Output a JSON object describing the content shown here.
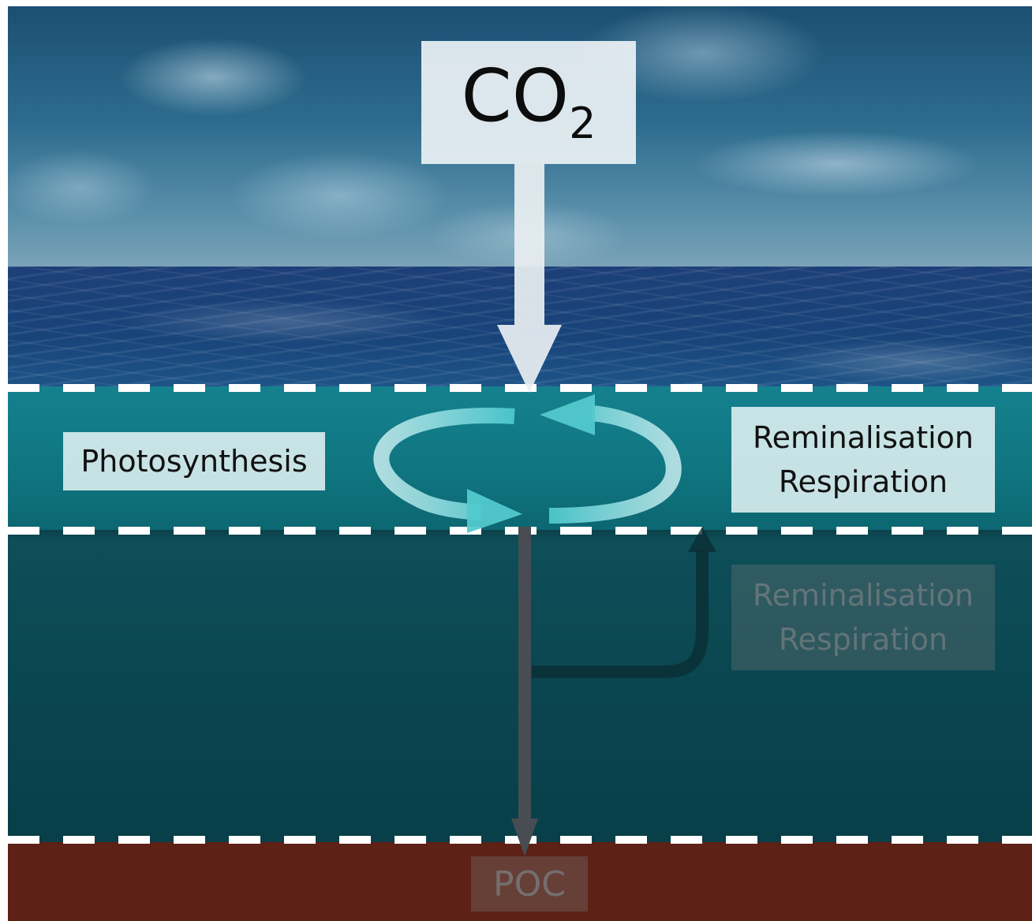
{
  "labels": {
    "co2_main": "CO",
    "co2_sub": "2",
    "photosynthesis": "Photosynthesis",
    "reminalisation_upper_1": "Reminalisation",
    "reminalisation_upper_2": "Respiration",
    "reminalisation_lower_1": "Reminalisation",
    "reminalisation_lower_2": "Respiration",
    "poc": "POC"
  },
  "colors": {
    "euphotic_water": "#137b87",
    "deep_water": "#0a4650",
    "seafloor": "#5d2115",
    "boundary_dash": "#ffffff",
    "sinking_flux": "#474d52"
  }
}
